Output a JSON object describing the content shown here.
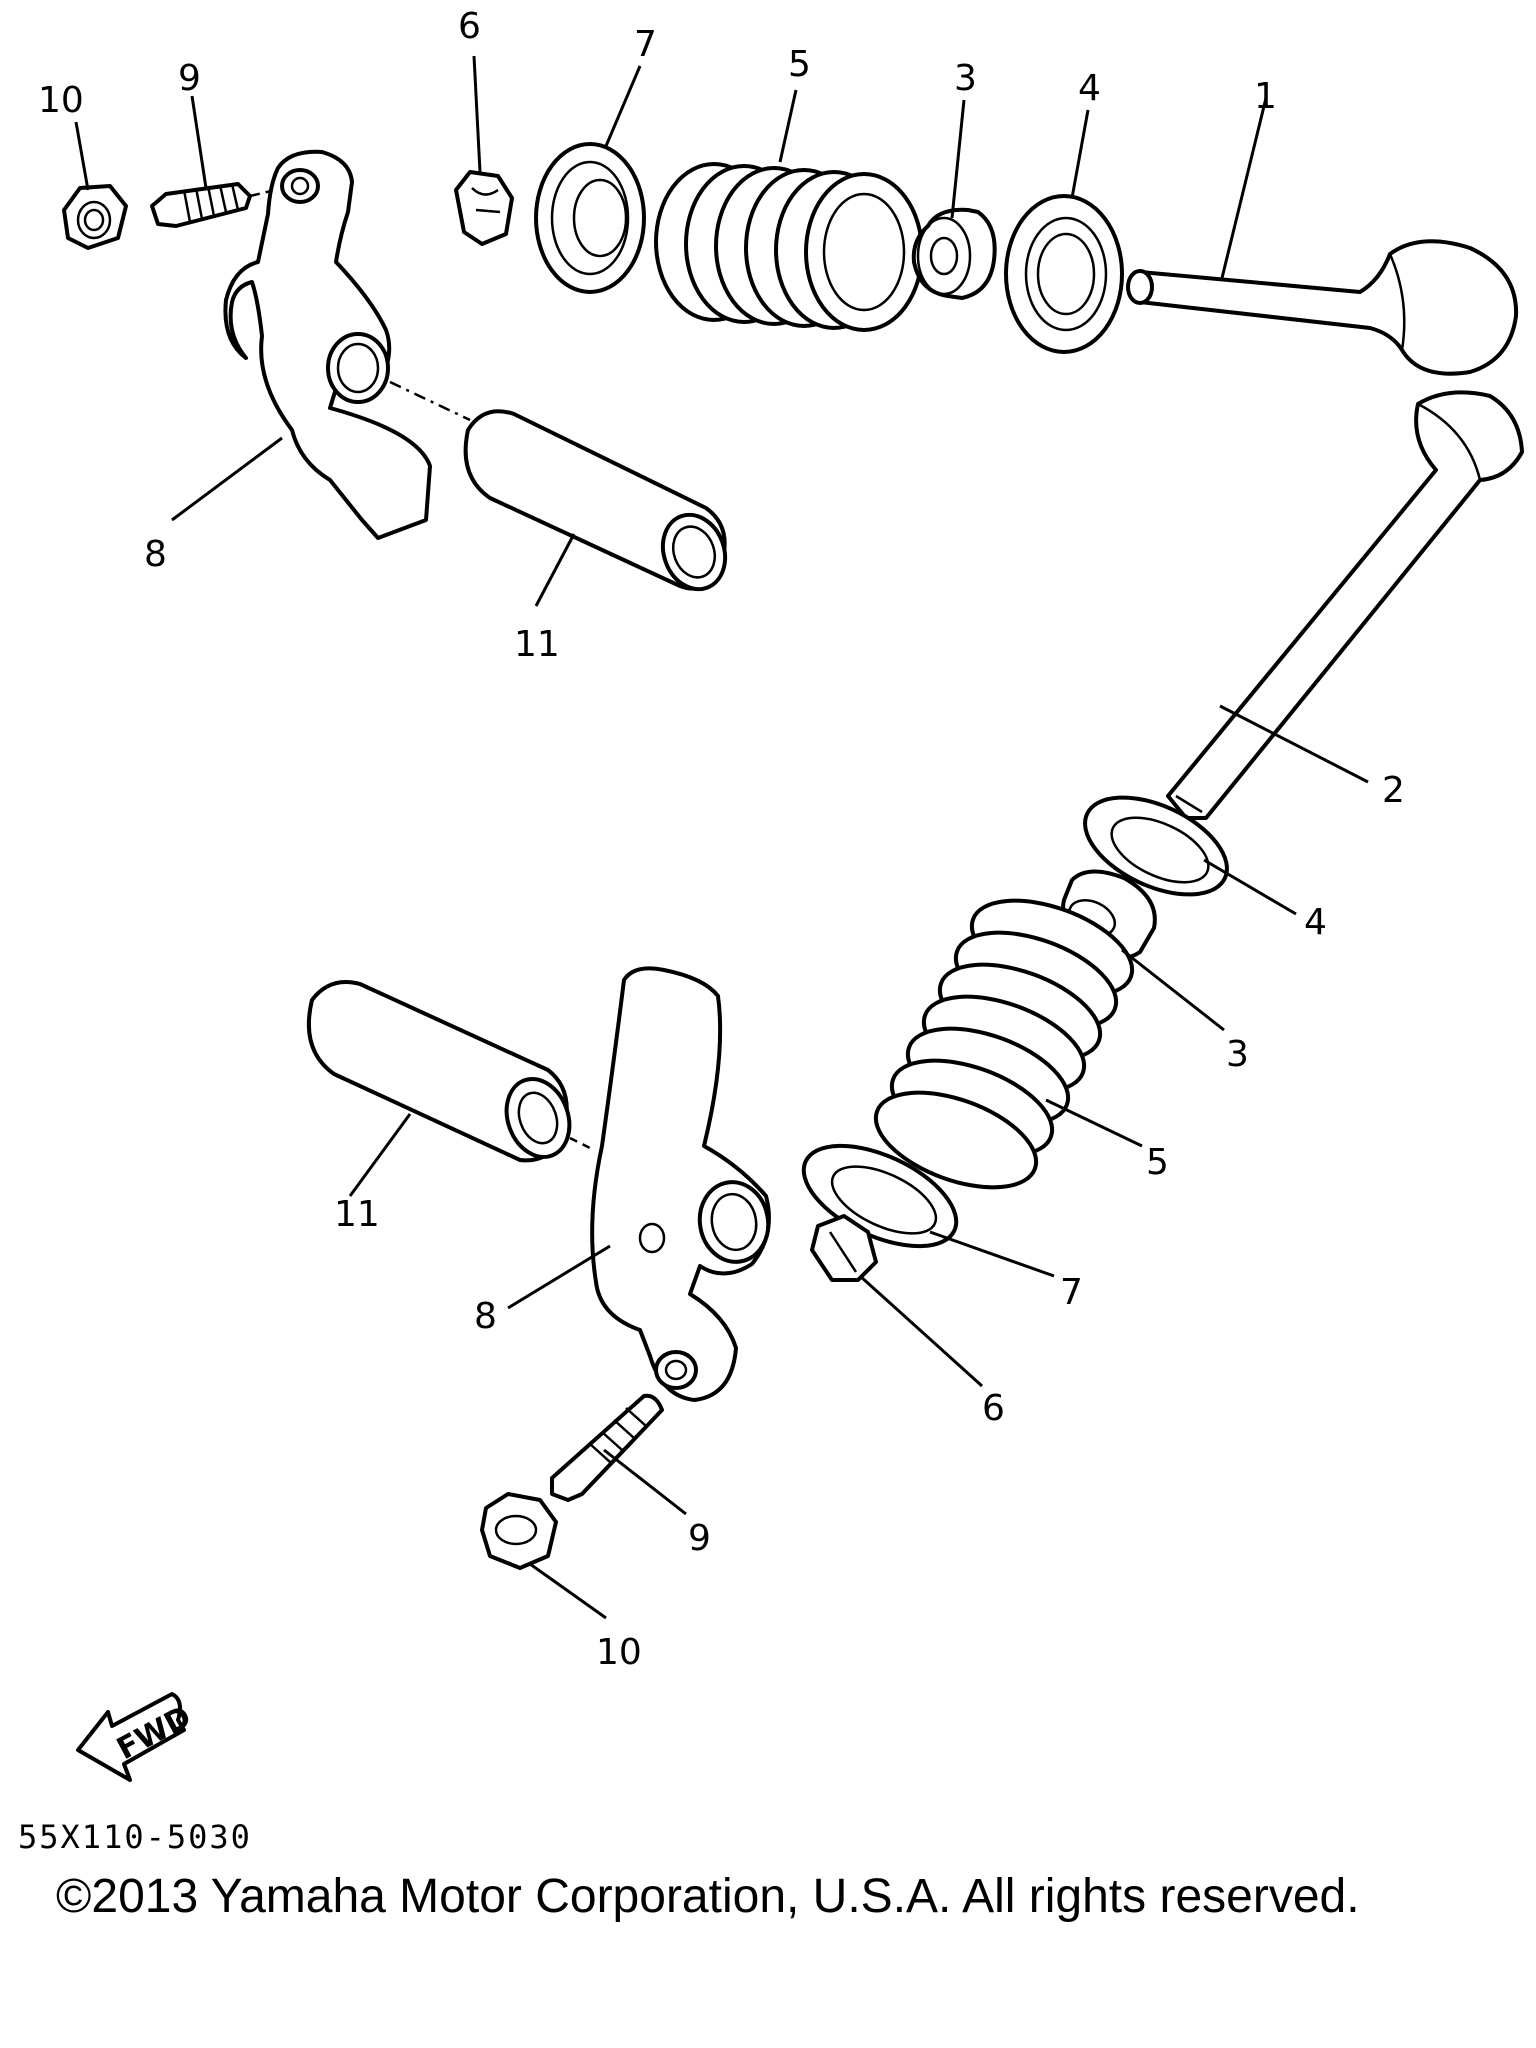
{
  "callouts": [
    {
      "id": "top_10",
      "text": "10"
    },
    {
      "id": "top_9",
      "text": "9"
    },
    {
      "id": "top_6",
      "text": "6"
    },
    {
      "id": "top_7",
      "text": "7"
    },
    {
      "id": "top_5",
      "text": "5"
    },
    {
      "id": "top_3",
      "text": "3"
    },
    {
      "id": "top_4",
      "text": "4"
    },
    {
      "id": "top_1",
      "text": "1"
    },
    {
      "id": "top_8",
      "text": "8"
    },
    {
      "id": "top_11",
      "text": "11"
    },
    {
      "id": "right_2",
      "text": "2"
    },
    {
      "id": "right_4",
      "text": "4"
    },
    {
      "id": "right_3",
      "text": "3"
    },
    {
      "id": "right_5",
      "text": "5"
    },
    {
      "id": "right_7",
      "text": "7"
    },
    {
      "id": "right_6",
      "text": "6"
    },
    {
      "id": "bottom_11",
      "text": "11"
    },
    {
      "id": "bottom_8",
      "text": "8"
    },
    {
      "id": "bottom_9",
      "text": "9"
    },
    {
      "id": "bottom_10",
      "text": "10"
    }
  ],
  "fwd_label": "FWD",
  "diagram_code": "55X110-5030",
  "copyright": "©2013 Yamaha Motor Corporation, U.S.A. All rights reserved."
}
